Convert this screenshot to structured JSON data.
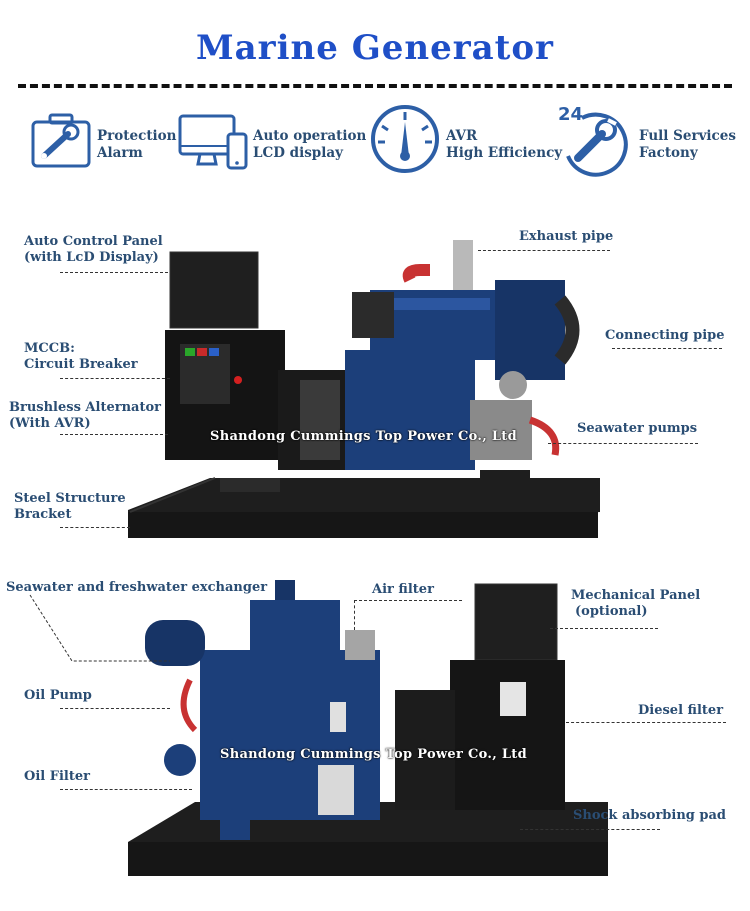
{
  "title": "Marine Generator",
  "features": [
    {
      "icon": "wrench-briefcase-icon",
      "line1": "Protection",
      "line2": "Alarm"
    },
    {
      "icon": "monitor-phone-icon",
      "line1": "Auto operation",
      "line2": "LCD display"
    },
    {
      "icon": "gauge-icon",
      "line1": "AVR",
      "line2": "High Efficiency"
    },
    {
      "icon": "24h-service-icon",
      "line1": "Full Services",
      "line2": "Factony",
      "badge": "24"
    }
  ],
  "top_labels": {
    "auto_control_panel_1": "Auto Control Panel",
    "auto_control_panel_2": "(with LcD Display)",
    "mccb_1": "MCCB:",
    "mccb_2": "Circuit Breaker",
    "alternator_1": "Brushless Alternator",
    "alternator_2": "(With AVR)",
    "steel_1": "Steel Structure",
    "steel_2": "Bracket",
    "exhaust": "Exhaust pipe",
    "connecting": "Connecting pipe",
    "seawater_pumps": "Seawater pumps"
  },
  "bottom_labels": {
    "exchanger": "Seawater and freshwater exchanger",
    "air_filter": "Air filter",
    "mech_panel_1": "Mechanical Panel",
    "mech_panel_2": "(optional)",
    "oil_pump": "Oil Pump",
    "diesel_filter": "Diesel filter",
    "oil_filter": "Oil Filter",
    "shock_pad": "Shock absorbing pad"
  },
  "watermark": "Shandong Cummings Top Power Co., Ltd",
  "colors": {
    "title": "#1f4fc7",
    "engine_blue": "#1c3f7a",
    "icon_blue": "#2d5fa6",
    "label": "#2a4d73"
  }
}
